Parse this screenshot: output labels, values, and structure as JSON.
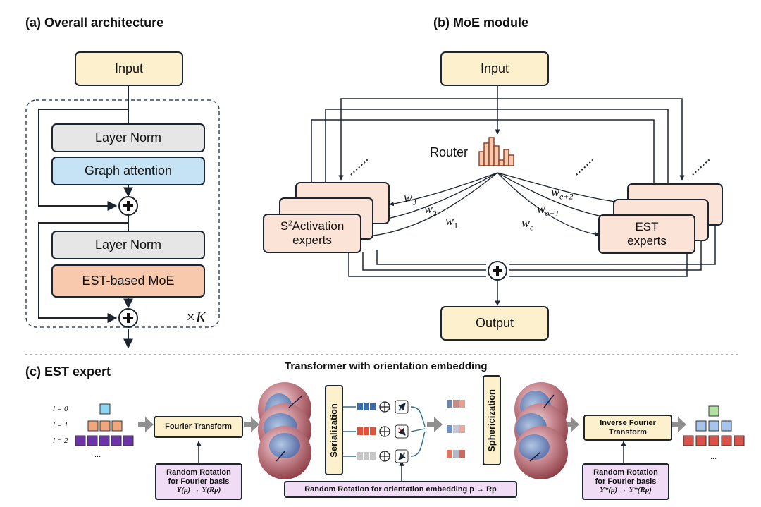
{
  "panel_a": {
    "title": "(a) Overall architecture",
    "input": "Input",
    "layer_norm_1": "Layer Norm",
    "graph_attention": "Graph attention",
    "layer_norm_2": "Layer Norm",
    "moe": "EST-based MoE",
    "repeat": "×K"
  },
  "panel_b": {
    "title": "(b) MoE module",
    "input": "Input",
    "router": "Router",
    "s2_experts_sup": "2",
    "s2_experts_line1": "Activation",
    "s2_experts_line1_prefix": "S",
    "s2_experts_line2": "experts",
    "est_experts_line1": "EST",
    "est_experts_line2": "experts",
    "output": "Output",
    "weights_left": [
      "w3",
      "w2",
      "w1"
    ],
    "weights_right": [
      "we+2",
      "we+1",
      "we"
    ]
  },
  "panel_c": {
    "title": "(c) EST expert",
    "transformer_title": "Transformer with orientation embedding",
    "l_labels": [
      "l = 0",
      "l = 1",
      "l = 2",
      "..."
    ],
    "fourier": "Fourier Transform",
    "inverse_fourier_line1": "Inverse Fourier",
    "inverse_fourier_line2": "Transform",
    "serialization": "Serialization",
    "sphericization": "Sphericization",
    "rr_fourier_line1": "Random Rotation",
    "rr_fourier_line2": "for Fourier basis",
    "rr_fourier_eq": "Y(p) → Y(Rp)",
    "rr_embed": "Random Rotation for orientation embedding p → Rp",
    "rr_inv_line1": "Random Rotation",
    "rr_inv_line2": "for Fourier basis",
    "rr_inv_eq": "Y*(p) → Y*(Rp)",
    "out_dots": "..."
  },
  "colors": {
    "yellow": "#fdf1cd",
    "gray": "#e6e6e6",
    "blue": "#c5e3f4",
    "orange": "#f8c9ad",
    "expert": "#fbe3d8",
    "pink": "#f1dcf6",
    "cyan_token": "#8fd6f3",
    "orange_token": "#f1a77e",
    "purple_token": "#6b35a8",
    "green_token": "#b3e0a3"
  }
}
